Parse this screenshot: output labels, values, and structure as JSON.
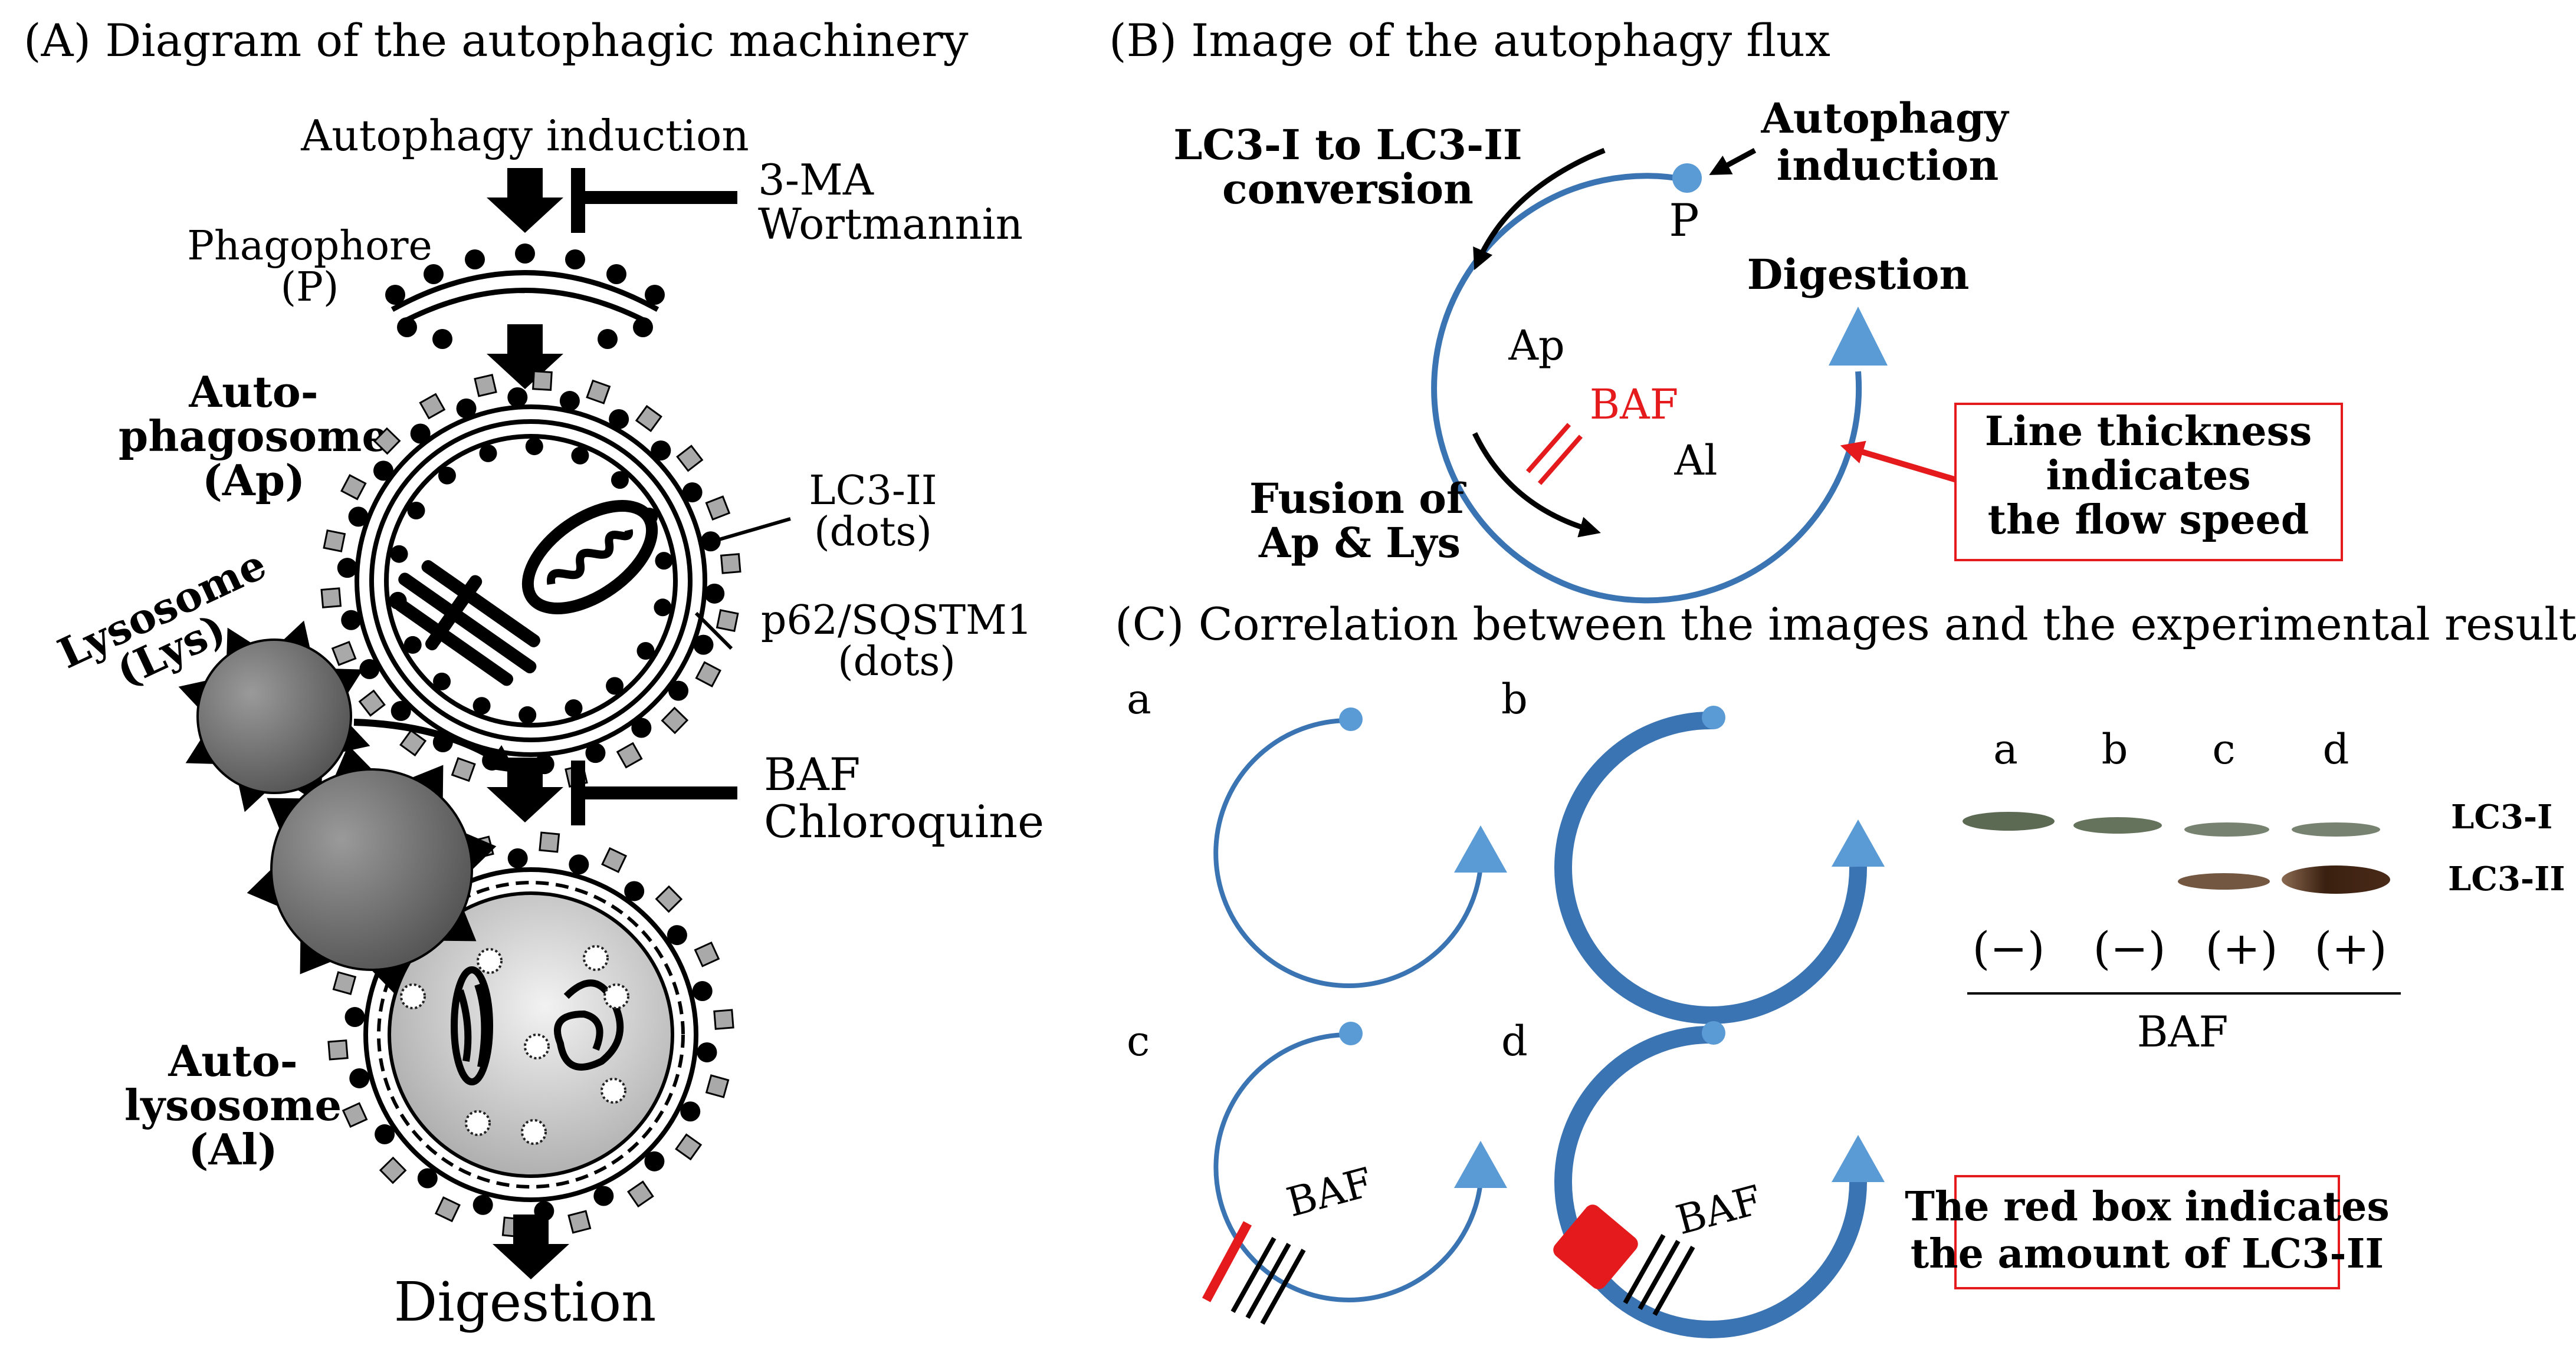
{
  "panel_a": {
    "title": "(A) Diagram of the autophagic machinery",
    "induction": "Autophagy induction",
    "inhibitor1_line1": "3-MA",
    "inhibitor1_line2": "Wortmannin",
    "phagophore_line1": "Phagophore",
    "phagophore_line2": "(P)",
    "autophagosome_line1": "Auto-",
    "autophagosome_line2": "phagosome",
    "autophagosome_line3": "(Ap)",
    "lc3_line1": "LC3-II",
    "lc3_line2": "(dots)",
    "p62_line1": "p62/SQSTM1",
    "p62_line2": "(dots)",
    "lysosome_line1": "Lysosome",
    "lysosome_line2": "(Lys)",
    "inhibitor2_line1": "BAF",
    "inhibitor2_line2": "Chloroquine",
    "autolysosome_line1": "Auto-",
    "autolysosome_line2": "lysosome",
    "autolysosome_line3": "(Al)",
    "digestion": "Digestion"
  },
  "panel_b": {
    "title": "(B) Image of the autophagy flux",
    "conversion_line1": "LC3-I to LC3-II",
    "conversion_line2": "conversion",
    "induction_line1": "Autophagy",
    "induction_line2": "induction",
    "p_label": "P",
    "digestion": "Digestion",
    "ap_label": "Ap",
    "baf_label": "BAF",
    "al_label": "Al",
    "fusion_line1": "Fusion of",
    "fusion_line2": "Ap & Lys",
    "note_line1": "Line thickness",
    "note_line2": "indicates",
    "note_line3": "the flow speed"
  },
  "panel_c": {
    "title": "(C) Correlation between the images and the experimental results",
    "label_a": "a",
    "label_b": "b",
    "label_c": "c",
    "label_d": "d",
    "baf_c": "BAF",
    "baf_d": "BAF",
    "blot_lanes": [
      "a",
      "b",
      "c",
      "d"
    ],
    "lc3_1": "LC3-I",
    "lc3_2": "LC3-II",
    "treatments": [
      "(−)",
      "(−)",
      "(+)",
      "(+)"
    ],
    "baf_axis": "BAF",
    "note_line1": "The red box indicates",
    "note_line2": "the amount of LC3-II"
  },
  "colors": {
    "flux_blue": "#3b74b3",
    "arrow_blue": "#5b9bd5",
    "inhibitor_red": "#e41a1c",
    "band_dark": "#3a2010"
  }
}
